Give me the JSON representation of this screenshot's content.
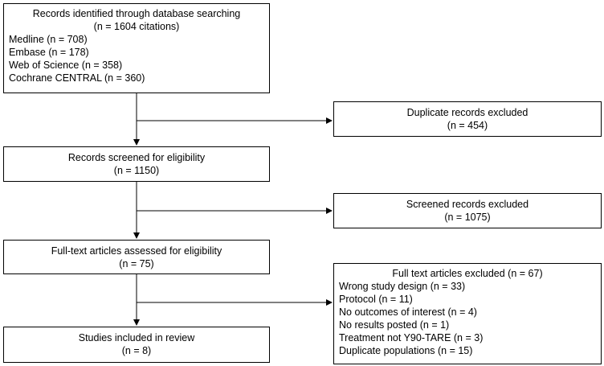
{
  "identified": {
    "title": "Records identified through database searching",
    "count": "(n = 1604 citations)",
    "sources": [
      "Medline (n = 708)",
      "Embase (n = 178)",
      "Web of Science (n = 358)",
      "Cochrane CENTRAL (n = 360)"
    ]
  },
  "duplicates": {
    "title": "Duplicate records excluded",
    "count": "(n = 454)"
  },
  "screened": {
    "title": "Records screened for eligibility",
    "count": "(n = 1150)"
  },
  "screened_excluded": {
    "title": "Screened records excluded",
    "count": "(n = 1075)"
  },
  "fulltext": {
    "title": "Full-text articles assessed for eligibility",
    "count": "(n = 75)"
  },
  "fulltext_excluded": {
    "title": "Full text articles excluded (n = 67)",
    "reasons": [
      "Wrong study design (n = 33)",
      "Protocol (n = 11)",
      "No outcomes of interest (n = 4)",
      "No results posted (n = 1)",
      "Treatment not Y90-TARE (n = 3)",
      "Duplicate populations (n = 15)"
    ]
  },
  "included": {
    "title": "Studies included in review",
    "count": "(n = 8)"
  }
}
